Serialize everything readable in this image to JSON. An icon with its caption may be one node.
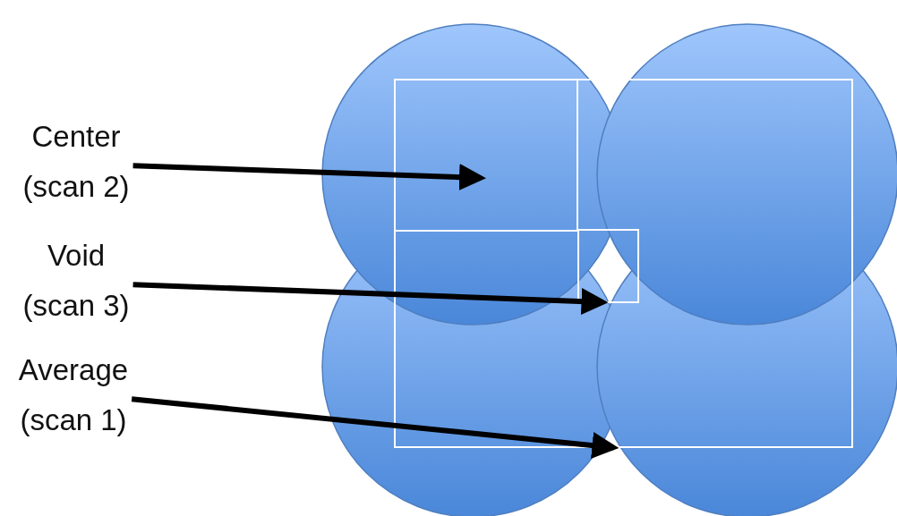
{
  "diagram": {
    "nodes": [
      {
        "text": [
          "Center (scan 2)"
        ]
      },
      {
        "text": [
          "Void (scan 3)"
        ]
      },
      {
        "text": [
          "Average (scan 1)"
        ]
      },
      {
        "text": [],
        "shape": "box"
      },
      {
        "text": [],
        "shape": "box",
        "in": 3
      },
      {
        "text": [],
        "shape": "box",
        "in": 3
      }
    ],
    "edges": [
      {
        "from": 0,
        "to": 4,
        "arrow": "to"
      },
      {
        "from": 1,
        "to": 5,
        "arrow": "to"
      },
      {
        "from": 2,
        "to": 3,
        "arrow": "to"
      }
    ]
  }
}
